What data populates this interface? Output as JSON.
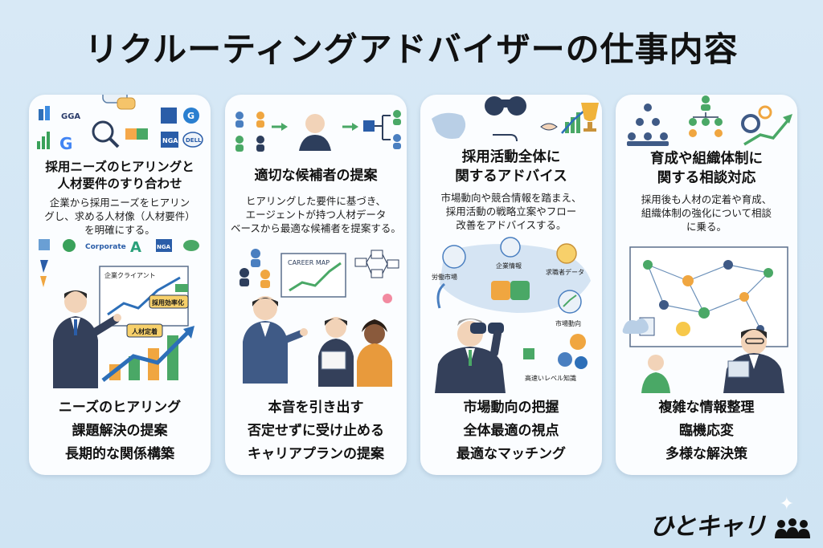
{
  "title": "リクルーティングアドバイザーの仕事内容",
  "cards": [
    {
      "heading_lines": [
        "採用ニーズのヒアリングと",
        "人材要件のすり合わせ"
      ],
      "desc_lines": [
        "企業から採用ニーズをヒアリン",
        "グし、求める人材像（人材要件）",
        "を明確にする。"
      ],
      "logo_labels": [
        "GGA",
        "Corporate",
        "NGA",
        "NGA",
        "DELL"
      ],
      "illustration_labels": [
        "企業クライアント",
        "採用効率化",
        "人材定着"
      ],
      "points": [
        "ニーズのヒアリング",
        "課題解決の提案",
        "長期的な関係構築"
      ]
    },
    {
      "heading_lines": [
        "適切な候補者の提案"
      ],
      "desc_lines": [
        "ヒアリングした要件に基づき、",
        "エージェントが持つ人材データ",
        "ベースから最適な候補者を提案する。"
      ],
      "illustration_labels": [
        "CAREER MAP"
      ],
      "points": [
        "本音を引き出す",
        "否定せずに受け止める",
        "キャリアプランの提案"
      ]
    },
    {
      "heading_lines": [
        "採用活動全体に",
        "関するアドバイス"
      ],
      "desc_lines": [
        "市場動向や競合情報を踏まえ、",
        "採用活動の戦略立案やフロー",
        "改善をアドバイスする。"
      ],
      "illustration_labels": [
        "労働市場",
        "企業情報",
        "求職者データ",
        "市場動向",
        "高速いレベル知識"
      ],
      "points": [
        "市場動向の把握",
        "全体最適の視点",
        "最適なマッチング"
      ]
    },
    {
      "heading_lines": [
        "育成や組織体制に",
        "関する相談対応"
      ],
      "desc_lines": [
        "採用後も人材の定着や育成、",
        "組織体制の強化について相談",
        "に乗る。"
      ],
      "points": [
        "複雑な情報整理",
        "臨機応変",
        "多様な解決策"
      ]
    }
  ],
  "brand": {
    "logo_text": "ひとキャリ"
  },
  "colors": {
    "background": "#d3e6f4",
    "card": "#fbfdff",
    "navy": "#2d3e5c",
    "accent_orange": "#f0a640",
    "accent_green": "#4aa866",
    "accent_blue": "#3d7fc4"
  }
}
